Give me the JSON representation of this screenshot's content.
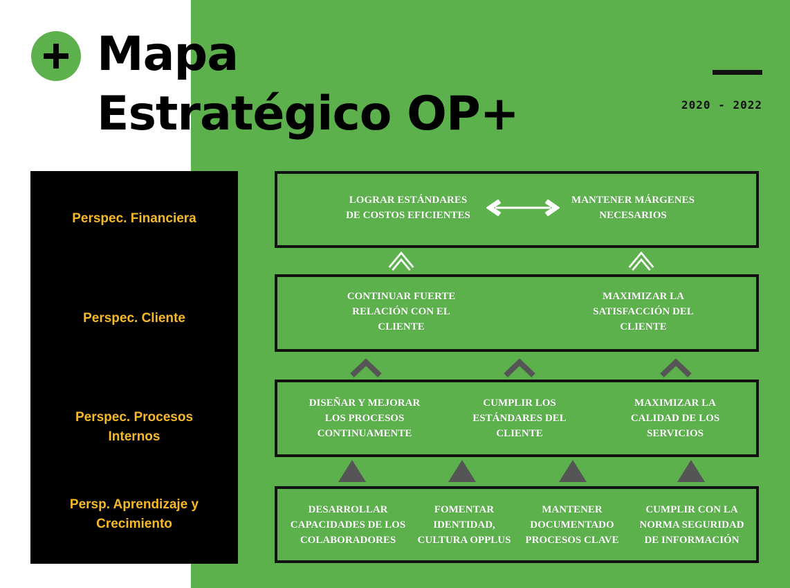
{
  "header": {
    "plus_icon": "plus-icon",
    "title_line1": "Mapa",
    "title_line2": "Estratégico OP+",
    "years": "2020 - 2022"
  },
  "perspectives": [
    {
      "label_line1": "Perspec. Financiera",
      "label_line2": ""
    },
    {
      "label_line1": "Perspec.  Cliente",
      "label_line2": ""
    },
    {
      "label_line1": "Perspec. Procesos",
      "label_line2": "Internos"
    },
    {
      "label_line1": "Persp. Aprendizaje y",
      "label_line2": "Crecimiento"
    }
  ],
  "financiera": [
    {
      "lines": [
        "LOGRAR ESTÁNDARES",
        "DE COSTOS EFICIENTES"
      ]
    },
    {
      "lines": [
        "MANTENER MÁRGENES",
        "NECESARIOS"
      ]
    }
  ],
  "cliente": [
    {
      "lines": [
        "CONTINUAR FUERTE",
        "RELACIÓN CON EL",
        "CLIENTE"
      ]
    },
    {
      "lines": [
        "MAXIMIZAR LA",
        "SATISFACCIÓN DEL",
        "CLIENTE"
      ]
    }
  ],
  "procesos": [
    {
      "lines": [
        "DISEÑAR Y MEJORAR",
        "LOS PROCESOS",
        "CONTINUAMENTE"
      ]
    },
    {
      "lines": [
        "CUMPLIR LOS",
        "ESTÁNDARES DEL",
        "CLIENTE"
      ]
    },
    {
      "lines": [
        "MAXIMIZAR LA",
        "CALIDAD DE LOS",
        "SERVICIOS"
      ]
    }
  ],
  "aprendizaje": [
    {
      "lines": [
        "DESARROLLAR",
        "CAPACIDADES DE LOS",
        "COLABORADORES"
      ]
    },
    {
      "lines": [
        "FOMENTAR",
        "IDENTIDAD,",
        "CULTURA OPPLUS"
      ]
    },
    {
      "lines": [
        "MANTENER",
        "DOCUMENTADO",
        "PROCESOS CLAVE"
      ]
    },
    {
      "lines": [
        "CUMPLIR CON LA",
        "NORMA SEGURIDAD",
        "DE INFORMACIÓN"
      ]
    }
  ],
  "colors": {
    "green": "#5cb14c",
    "accent_yellow": "#f7b928",
    "arrow_gray": "#555555"
  },
  "icons": {
    "double_arrow": "double-arrow-icon",
    "outlined_chevron": "chevron-up-outline-icon",
    "gray_chevron": "chevron-up-gray-icon",
    "gray_triangle": "triangle-up-gray-icon"
  }
}
